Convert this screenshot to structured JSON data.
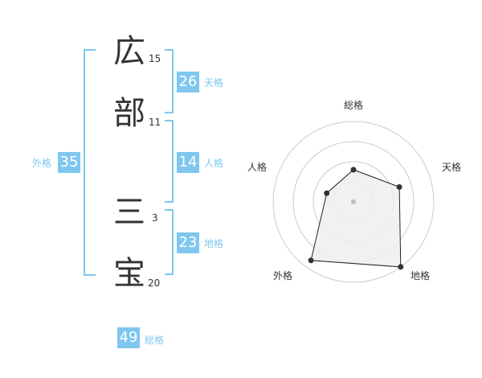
{
  "characters": [
    {
      "char": "広",
      "strokes": "15"
    },
    {
      "char": "部",
      "strokes": "11"
    },
    {
      "char": "三",
      "strokes": "3"
    },
    {
      "char": "宝",
      "strokes": "20"
    }
  ],
  "kaku": {
    "tenkaku": {
      "value": "26",
      "label": "天格"
    },
    "jinkaku": {
      "value": "14",
      "label": "人格"
    },
    "chikaku": {
      "value": "23",
      "label": "地格"
    },
    "gaikaku": {
      "value": "35",
      "label": "外格"
    },
    "soukaku": {
      "value": "49",
      "label": "総格"
    }
  },
  "colors": {
    "accent": "#7fc7ef",
    "text": "#333333",
    "radar_fill": "#eeeeee",
    "grid": "#cccccc"
  },
  "chart_data": {
    "type": "radar",
    "axes": [
      "総格",
      "天格",
      "地格",
      "外格",
      "人格"
    ],
    "values": [
      0.4,
      0.6,
      1.0,
      0.9,
      0.35
    ],
    "rings": 4,
    "max": 1
  }
}
